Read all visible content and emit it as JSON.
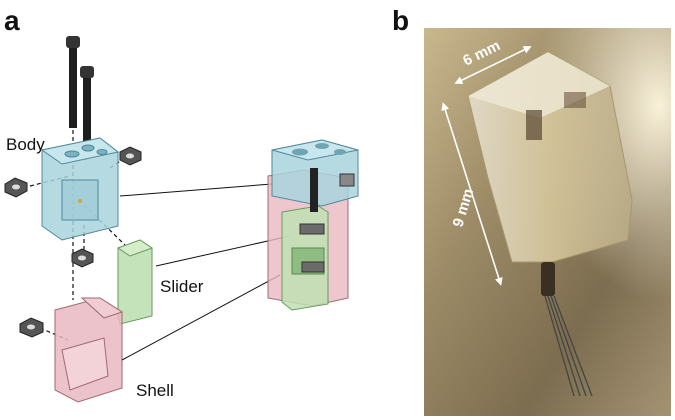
{
  "panels": {
    "a": {
      "letter": "a"
    },
    "b": {
      "letter": "b"
    }
  },
  "labels": {
    "body": "Body",
    "slider": "Slider",
    "shell": "Shell"
  },
  "dimensions": {
    "width": "6 mm",
    "height": "9 mm"
  },
  "colors": {
    "body": "#a9d3dd",
    "slider": "#bfe0b3",
    "shell": "#e9b9c1",
    "screw": "#222222",
    "nut": "#6b6b6b",
    "photo_bg": "#8a7a5a"
  }
}
